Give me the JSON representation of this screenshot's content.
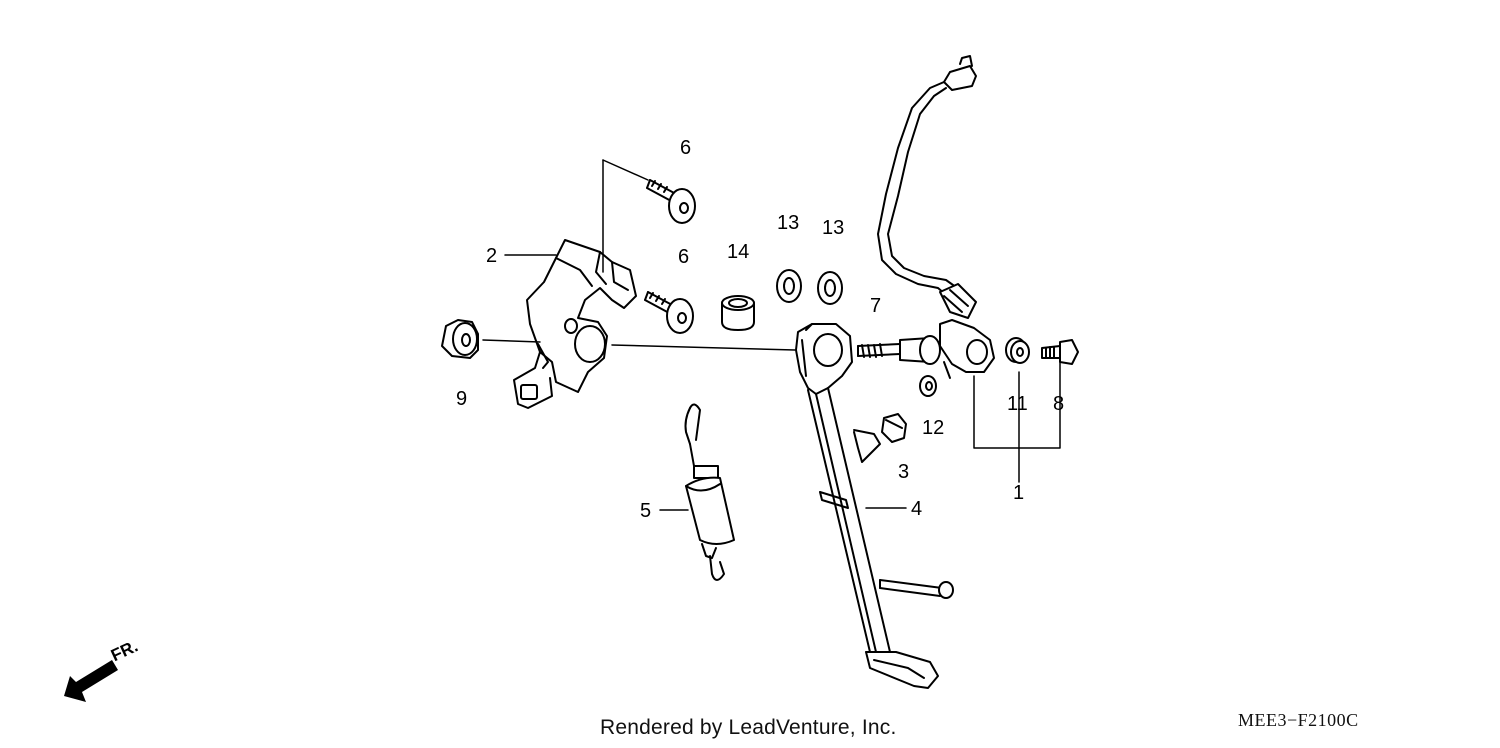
{
  "diagram": {
    "code": "MEE3−F2100C",
    "credit": "Rendered by LeadVenture, Inc.",
    "direction_label": "FR.",
    "callouts": {
      "c1": "1",
      "c2": "2",
      "c3": "3",
      "c4": "4",
      "c5": "5",
      "c6a": "6",
      "c6b": "6",
      "c7": "7",
      "c8": "8",
      "c9": "9",
      "c11": "11",
      "c12": "12",
      "c13a": "13",
      "c13b": "13",
      "c14": "14"
    }
  },
  "colors": {
    "ink": "#000000",
    "background": "#ffffff"
  },
  "icons": {
    "direction": "front-arrow-icon"
  }
}
